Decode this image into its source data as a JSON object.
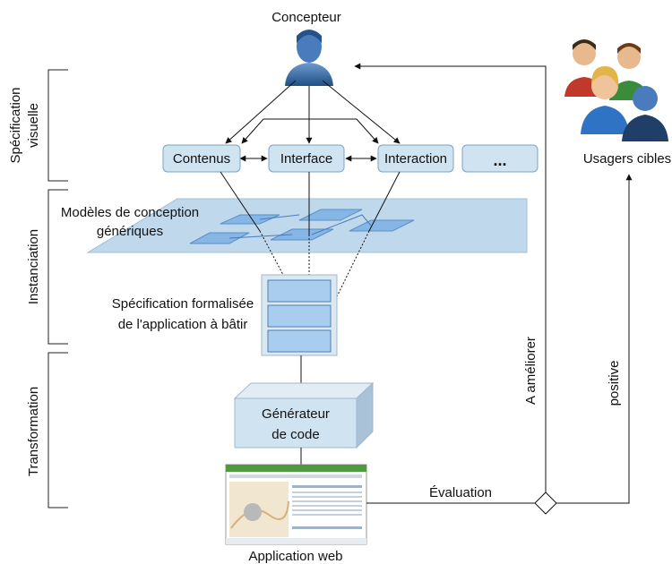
{
  "actors": {
    "designer": "Concepteur",
    "target_users": "Usagers cibles"
  },
  "phases": {
    "visual_spec_line1": "Spécification",
    "visual_spec_line2": "visuelle",
    "instantiation": "Instanciation",
    "transformation": "Transformation"
  },
  "boxes": {
    "contents": "Contenus",
    "interface": "Interface",
    "interaction": "Interaction",
    "more": "..."
  },
  "generic_models": {
    "line1": "Modèles de conception",
    "line2": "génériques"
  },
  "formal_spec": {
    "line1": "Spécification formalisée",
    "line2": "de l'application à bâtir"
  },
  "generator": {
    "line1": "Générateur",
    "line2": "de code"
  },
  "web_app": "Application web",
  "flow": {
    "evaluation": "Évaluation",
    "improve": "A améliorer",
    "positive": "positive"
  },
  "colors": {
    "box_fill": "#cfe3f1",
    "box_stroke": "#7da3c3",
    "plane_fill": "#bfd8ec",
    "tile_fill": "#86b6e6",
    "person_blue": "#3d6ea5"
  }
}
